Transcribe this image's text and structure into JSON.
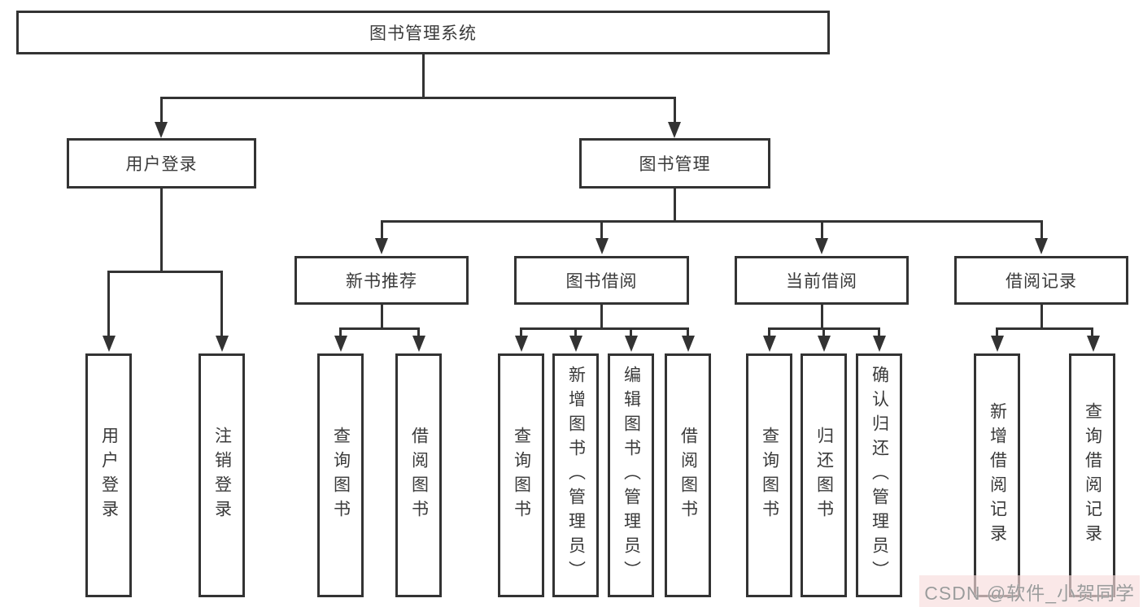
{
  "nodes": {
    "root": "图书管理系统",
    "user_login": "用户登录",
    "book_mgmt": "图书管理",
    "new_book_rec": "新书推荐",
    "book_borrow": "图书借阅",
    "current_borrow": "当前借阅",
    "borrow_records": "借阅记录",
    "leaf_user_login": "用户登录",
    "leaf_logout": "注销登录",
    "leaf_query_book_1": "查询图书",
    "leaf_borrow_book_1": "借阅图书",
    "leaf_query_book_2": "查询图书",
    "leaf_add_book": "新增图书（管理员）",
    "leaf_edit_book": "编辑图书（管理员）",
    "leaf_borrow_book_2": "借阅图书",
    "leaf_query_book_3": "查询图书",
    "leaf_return_book": "归还图书",
    "leaf_confirm_return": "确认归还（管理员）",
    "leaf_add_borrow_record": "新增借阅记录",
    "leaf_query_borrow_record": "查询借阅记录"
  },
  "colors": {
    "line": "#333333",
    "text": "#3a3a3a",
    "watermark_bg": "#f7dcdc",
    "watermark_text": "#9b9b9b"
  },
  "watermark": "CSDN @软件_小贺同学"
}
